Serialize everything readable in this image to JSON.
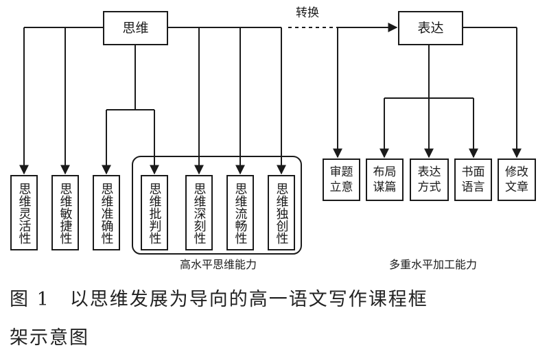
{
  "top": {
    "thinking": "思维",
    "expression": "表达",
    "transform": "转换"
  },
  "thinking_abilities": [
    "思维灵活性",
    "思维敏捷性",
    "思维准确性",
    "思维批判性",
    "思维深刻性",
    "思维流畅性",
    "思维独创性"
  ],
  "expression_abilities": [
    "审题\n立意",
    "布局\n谋篇",
    "表达\n方式",
    "书面\n语言",
    "修改\n文章"
  ],
  "group_labels": {
    "high_level_thinking": "高水平思维能力",
    "multi_level_processing": "多重水平加工能力"
  },
  "caption": {
    "line1": "图 1　以思维发展为导向的高一语文写作课程框",
    "line2": "架示意图"
  }
}
